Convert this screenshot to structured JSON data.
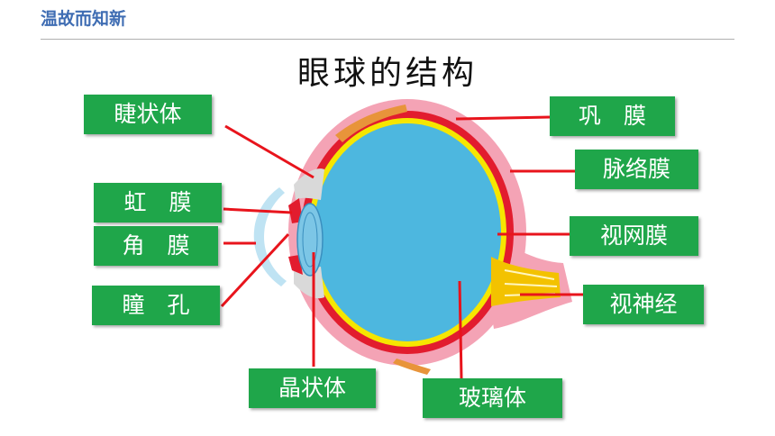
{
  "header": {
    "title": "温故而知新"
  },
  "diagram": {
    "title": "眼球的结构",
    "labels": {
      "ciliary_body": "睫状体",
      "iris": "虹　膜",
      "cornea": "角　膜",
      "pupil": "瞳　孔",
      "lens": "晶状体",
      "vitreous": "玻璃体",
      "sclera": "巩　膜",
      "choroid": "脉络膜",
      "retina": "视网膜",
      "optic_nerve": "视神经"
    },
    "colors": {
      "label_bg": "#1fa64a",
      "pointer_line": "#e8141c",
      "sclera": "#f4a3b5",
      "choroid": "#e21c2e",
      "retina": "#f6e600",
      "vitreous": "#4db7df",
      "header": "#3f6db3"
    }
  }
}
